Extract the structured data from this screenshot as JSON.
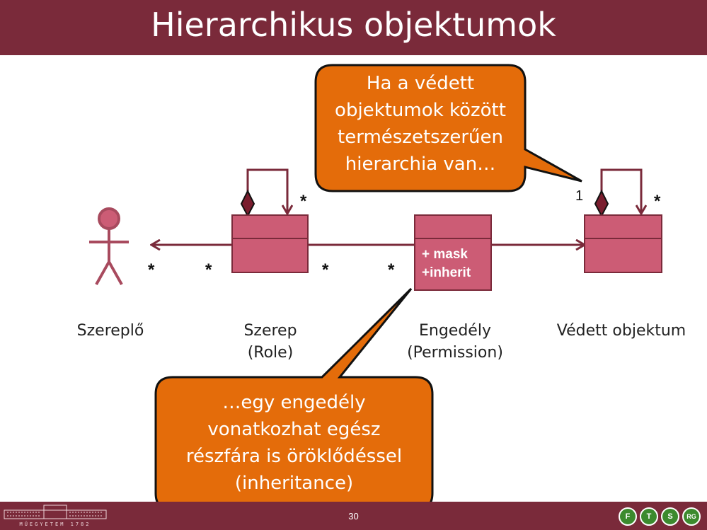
{
  "slide": {
    "title": "Hierarchikus objektumok",
    "page_number": "30",
    "university_caption": "MŰEGYETEM 1782"
  },
  "diagram": {
    "labels": {
      "actor": "Szereplő",
      "role_line1": "Szerep",
      "role_line2": "(Role)",
      "permission_line1": "Engedély",
      "permission_line2": "(Permission)",
      "protected": "Védett objektum"
    },
    "permission_attributes": [
      "+ mask",
      "+inherit"
    ],
    "multiplicities": {
      "actor_role_actor_end": "*",
      "actor_role_role_end": "*",
      "role_permission_role_end": "*",
      "role_permission_permission_end": "*",
      "role_self": "*",
      "protected_self_parent": "1",
      "protected_self_child": "*"
    }
  },
  "callouts": {
    "top": [
      "Ha a védett",
      "objektumok között",
      "természetszerűen",
      "hierarchia van…"
    ],
    "bottom": [
      "…egy engedély",
      "vonatkozhat egész",
      "részfára is öröklődéssel",
      "(inheritance)"
    ]
  },
  "colors": {
    "title_bar": "#7a2a3a",
    "uml_box_fill": "#cc5c75",
    "uml_line": "#7a2a3a",
    "callout_fill": "#e46c0a",
    "callout_border": "#111111",
    "logo_green": "#3c8a2e"
  },
  "logos": {
    "lab_letters": [
      "F",
      "T",
      "S",
      "RG"
    ]
  }
}
